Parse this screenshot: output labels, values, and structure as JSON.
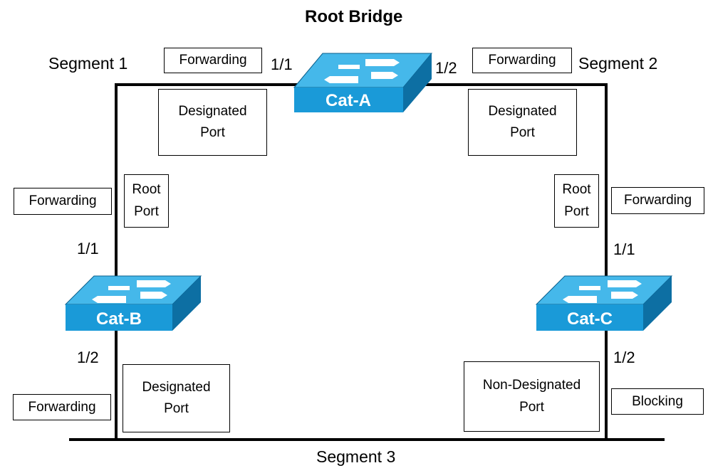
{
  "title": "Root Bridge",
  "segments": {
    "seg1": "Segment 1",
    "seg2": "Segment 2",
    "seg3": "Segment 3"
  },
  "switches": {
    "a": "Cat-A",
    "b": "Cat-B",
    "c": "Cat-C"
  },
  "ports": {
    "a_left": "1/1",
    "a_right": "1/2",
    "b_top": "1/1",
    "b_bottom": "1/2",
    "c_top": "1/1",
    "c_bottom": "1/2"
  },
  "states": {
    "a_left": "Forwarding",
    "a_right": "Forwarding",
    "b_top": "Forwarding",
    "b_bottom": "Forwarding",
    "c_top": "Forwarding",
    "c_bottom": "Blocking"
  },
  "roles": {
    "a_left": [
      "Designated",
      "Port"
    ],
    "a_right": [
      "Designated",
      "Port"
    ],
    "b_top": [
      "Root",
      "Port"
    ],
    "b_bottom": [
      "Designated",
      "Port"
    ],
    "c_top": [
      "Root",
      "Port"
    ],
    "c_bottom": [
      "Non-Designated",
      "Port"
    ]
  },
  "colors": {
    "switch_front": "#1a9ad8",
    "switch_top": "#45b8ea",
    "switch_side": "#0d6fa3",
    "lines": "#000000"
  }
}
